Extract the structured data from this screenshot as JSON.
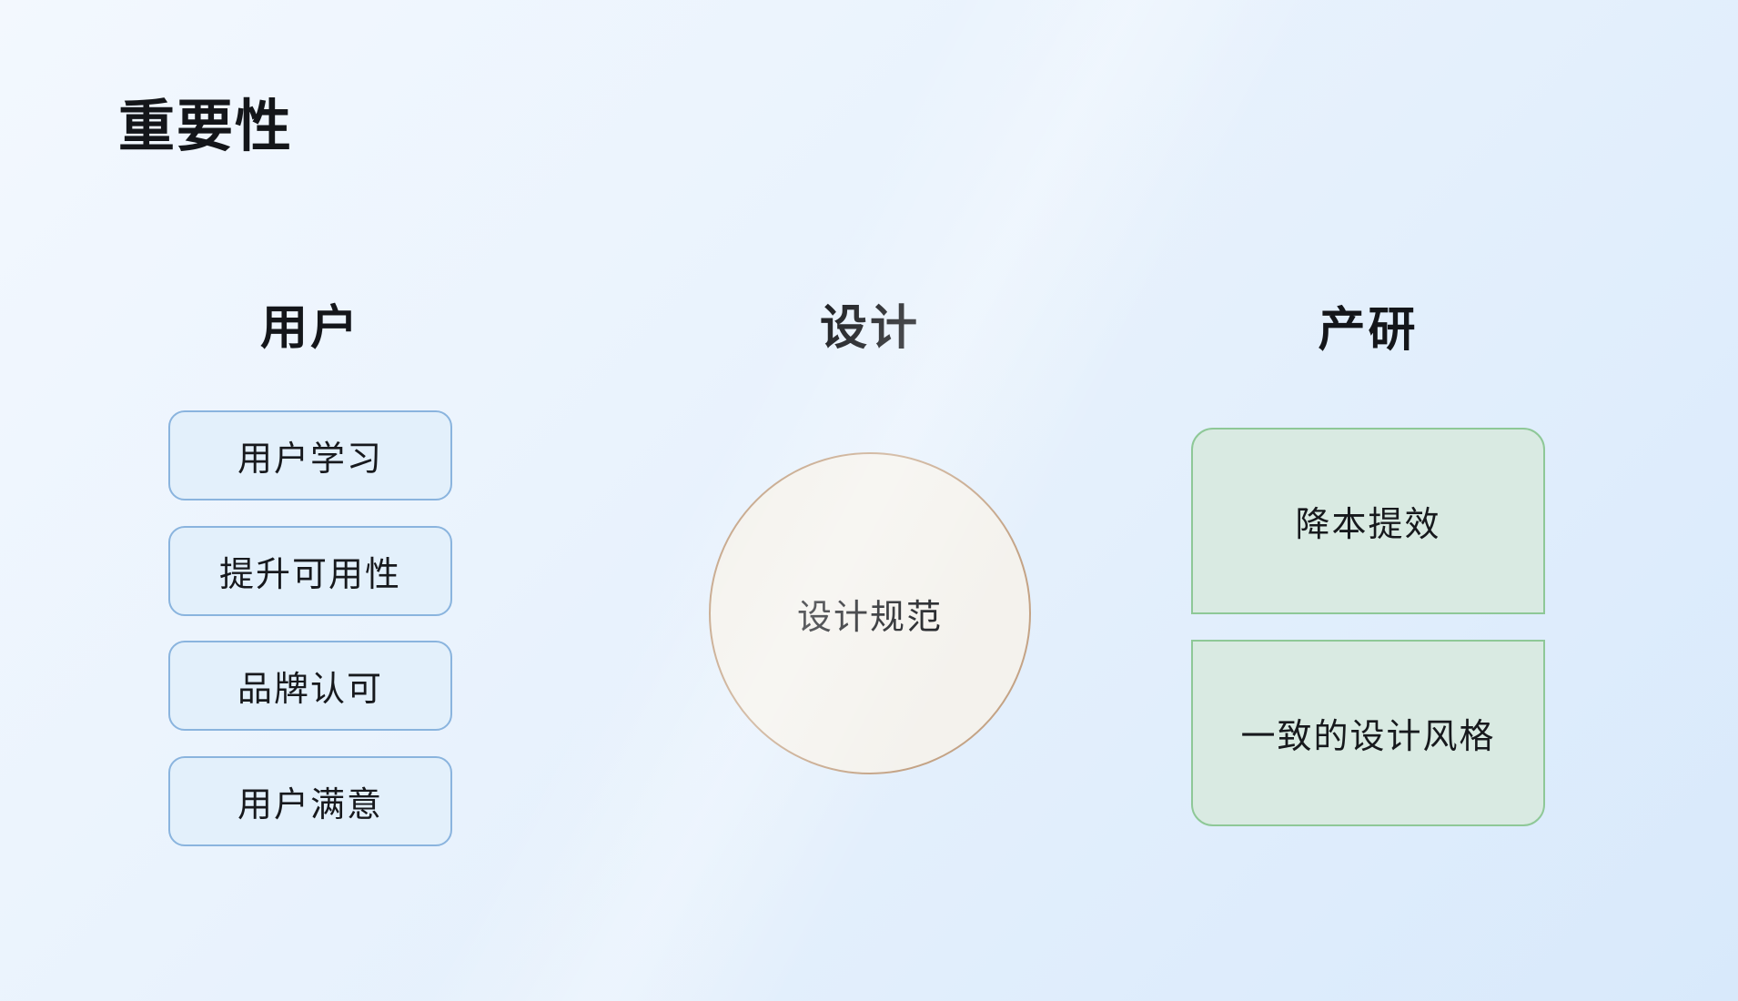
{
  "slide": {
    "title": "重要性"
  },
  "columns": {
    "user": {
      "header": "用户",
      "items": [
        "用户学习",
        "提升可用性",
        "品牌认可",
        "用户满意"
      ]
    },
    "design": {
      "header": "设计",
      "circle_label": "设计规范"
    },
    "product": {
      "header": "产研",
      "items": [
        "降本提效",
        "一致的设计风格"
      ]
    }
  },
  "colors": {
    "background_start": "#f3f8fe",
    "background_end": "#d8e9fb",
    "user_box_fill": "#e3f0fb",
    "user_box_border": "#8ab4de",
    "design_circle_fill": "#f4f2ed",
    "design_circle_border": "#c4a385",
    "product_box_fill": "#d9eae2",
    "product_box_border": "#8ec897",
    "text": "#17191d"
  }
}
